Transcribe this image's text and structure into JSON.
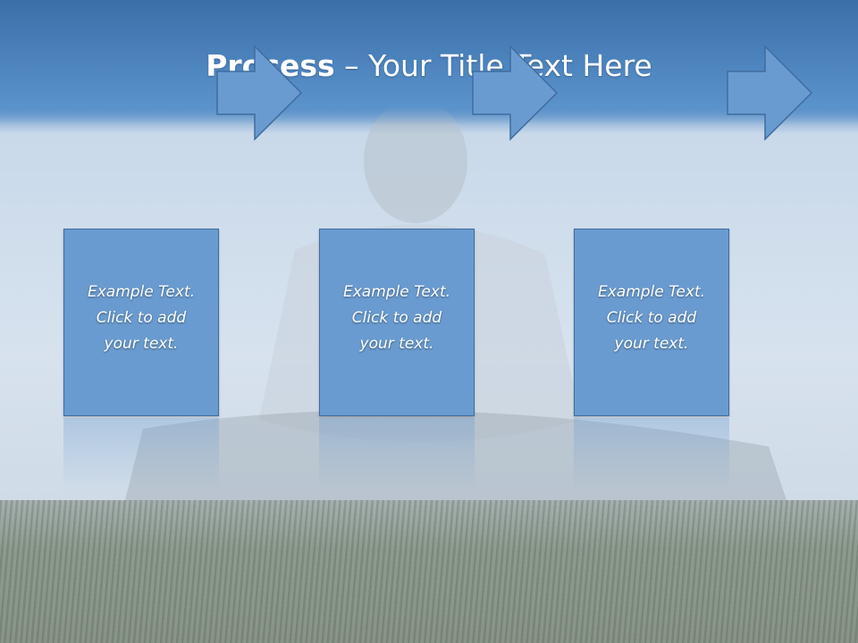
{
  "slide": {
    "title_bold": "Process",
    "title_rest": " – Your Title Text Here"
  },
  "steps": [
    {
      "line1": "Example Text.",
      "line2": "Click  to add",
      "line3": "your text."
    },
    {
      "line1": "Example Text.",
      "line2": "Click  to add",
      "line3": "your text."
    },
    {
      "line1": "Example Text.",
      "line2": "Click  to add",
      "line3": "your text."
    }
  ],
  "colors": {
    "title_band": "#4f86c0",
    "box_fill": "#6a9bd0",
    "box_border": "#3f6c9e",
    "text": "#ffffff"
  },
  "icons": [
    "arrow-right-icon"
  ]
}
